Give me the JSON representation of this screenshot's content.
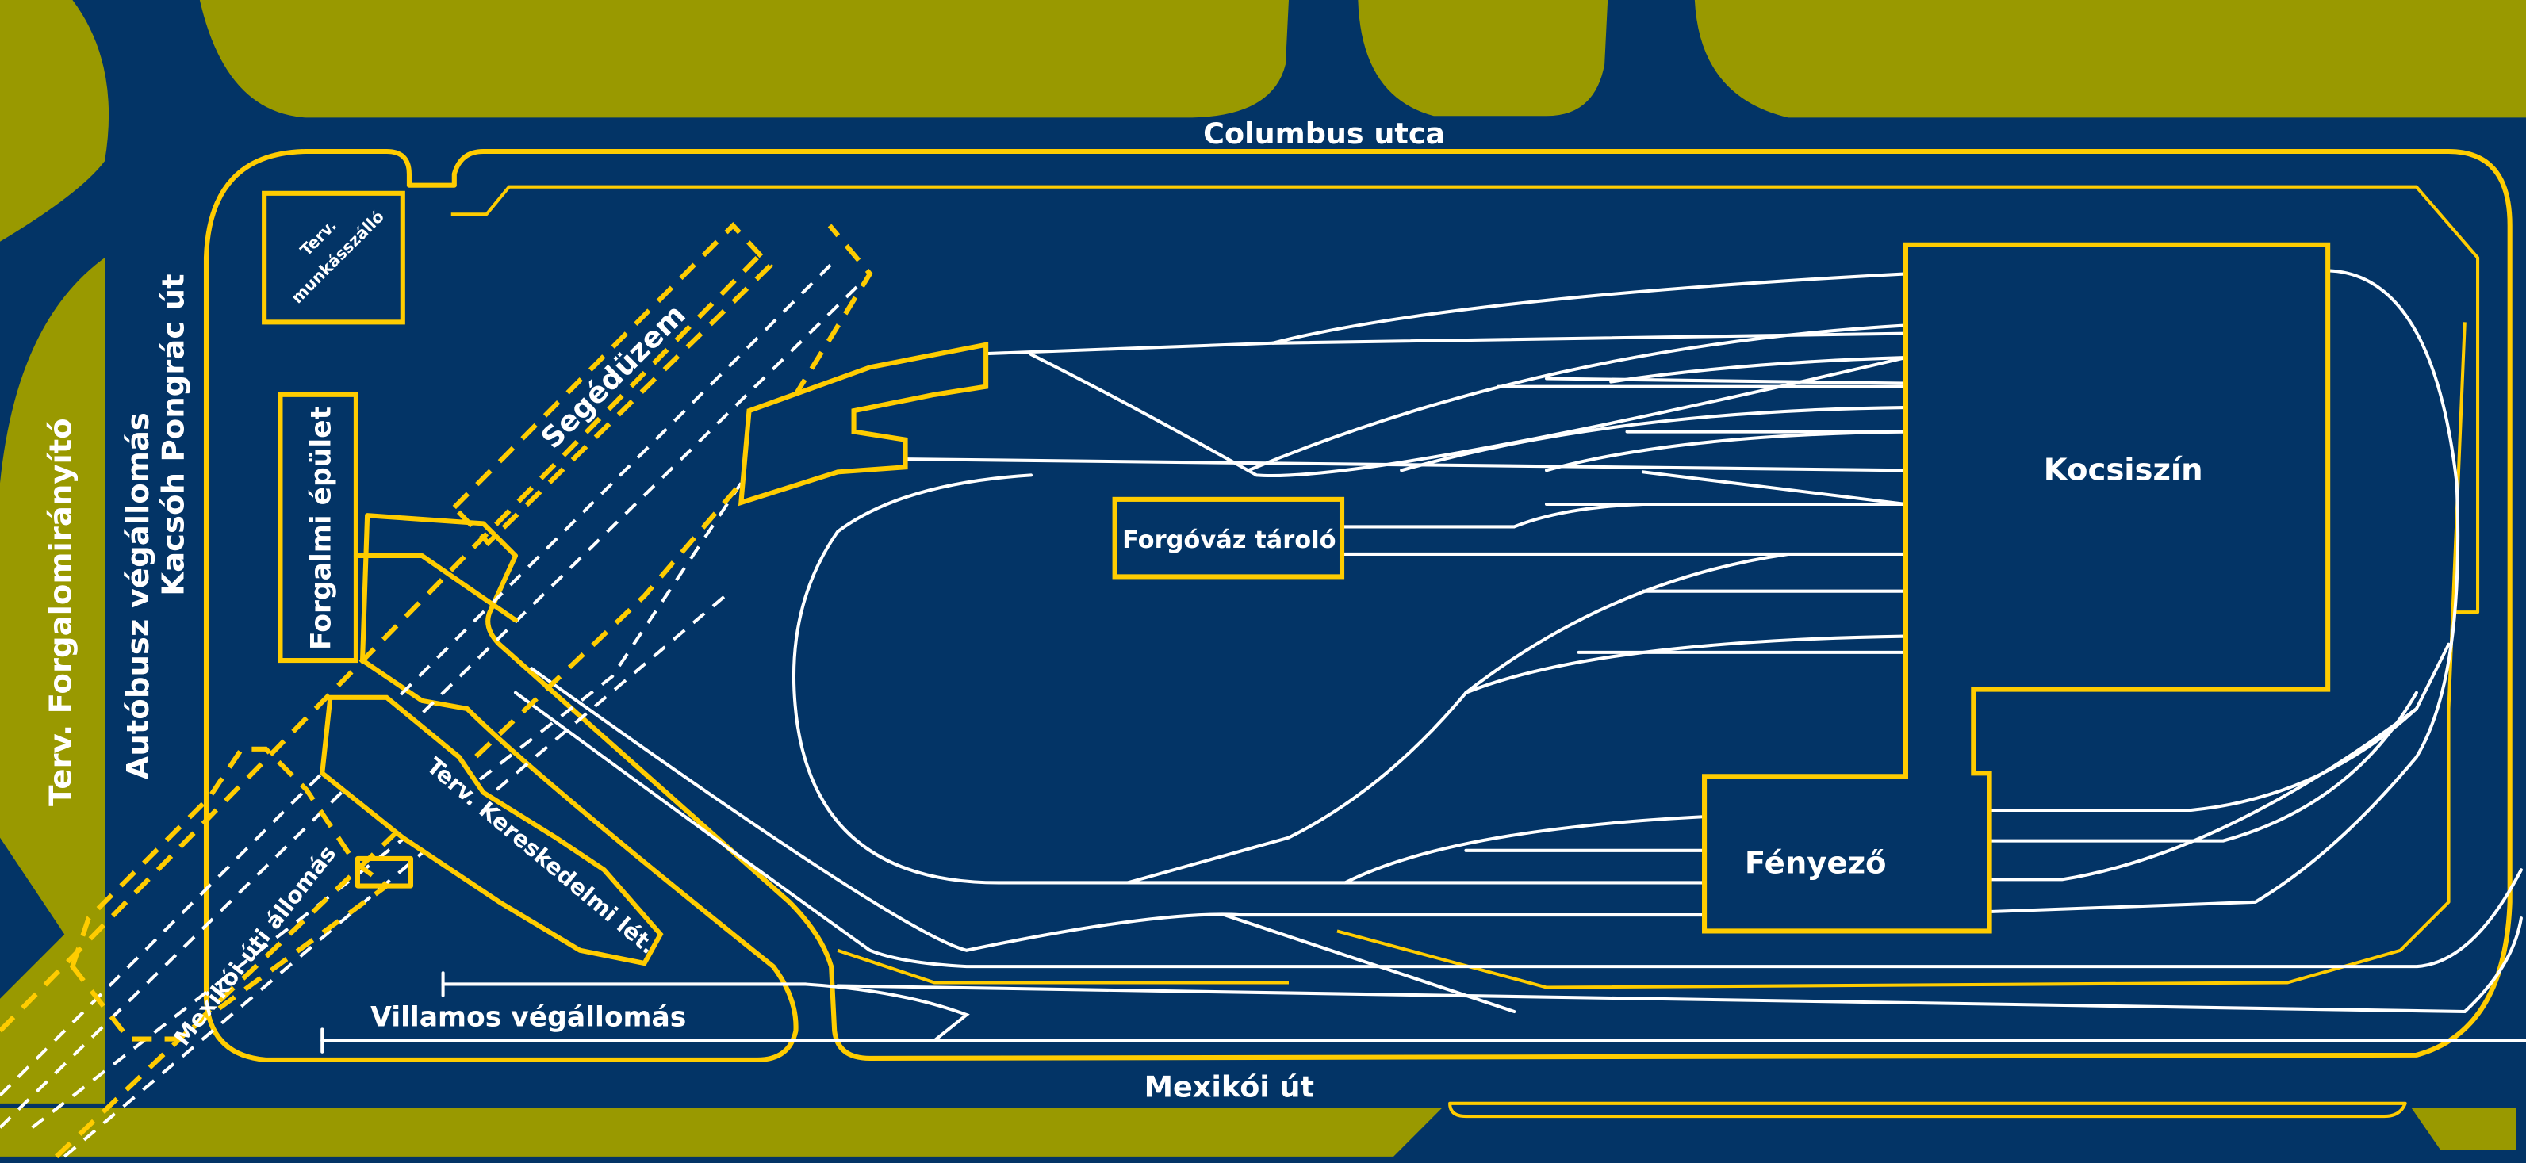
{
  "map": {
    "title": "Tram depot site plan",
    "colors": {
      "background": "#033466",
      "green_area": "#999900",
      "building_outline": "#ffcc00",
      "track": "#ffffff"
    },
    "streets": {
      "top": "Columbus utca",
      "bottom": "Mexikói út",
      "left_line1": "Autóbusz végállomás",
      "left_line2": "Kacsóh Pongrác út",
      "far_left": "Terv. Forgalomirányító"
    },
    "buildings": {
      "kocsiszin": "Kocsiszín",
      "fenyezo": "Fényező",
      "forgovaz": "Forgóváz tároló",
      "forgalmi": "Forgalmi épület",
      "segeduzem": "Segédüzem",
      "munkasszallo_line1": "Terv.",
      "munkasszallo_line2": "munkásszálló",
      "kereskedelmi": "Terv. Kereskedelmi lét.",
      "mexikoi_allomas": "Mexikói úti állomás"
    },
    "areas": {
      "villamos": "Villamos végállomás"
    }
  }
}
